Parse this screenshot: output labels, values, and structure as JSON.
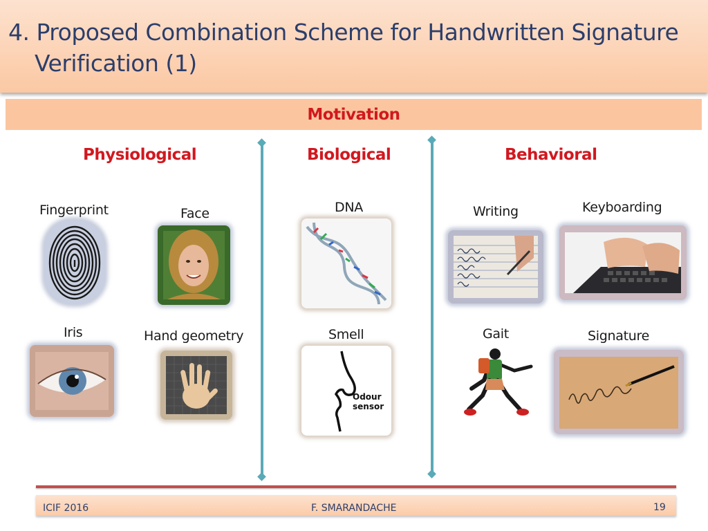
{
  "slide": {
    "title_line1": "4. Proposed Combination Scheme for Handwritten Signature",
    "title_line2": "Verification (1)",
    "motivation": "Motivation"
  },
  "categories": {
    "physiological": "Physiological",
    "biological": "Biological",
    "behavioral": "Behavioral"
  },
  "items": {
    "fingerprint": "Fingerprint",
    "face": "Face",
    "iris": "Iris",
    "hand_geometry": "Hand geometry",
    "dna": "DNA",
    "smell": "Smell",
    "writing": "Writing",
    "keyboarding": "Keyboarding",
    "gait": "Gait",
    "signature": "Signature"
  },
  "images": {
    "odour_line1": "Odour",
    "odour_line2": "sensor"
  },
  "footer": {
    "left": "ICIF 2016",
    "center": "F. SMARANDACHE",
    "page": "19"
  },
  "colors": {
    "accent_red": "#d1181f",
    "title_blue": "#2c3e6b",
    "divider_teal": "#5aaab8",
    "header_peach": "#fbc69f"
  }
}
